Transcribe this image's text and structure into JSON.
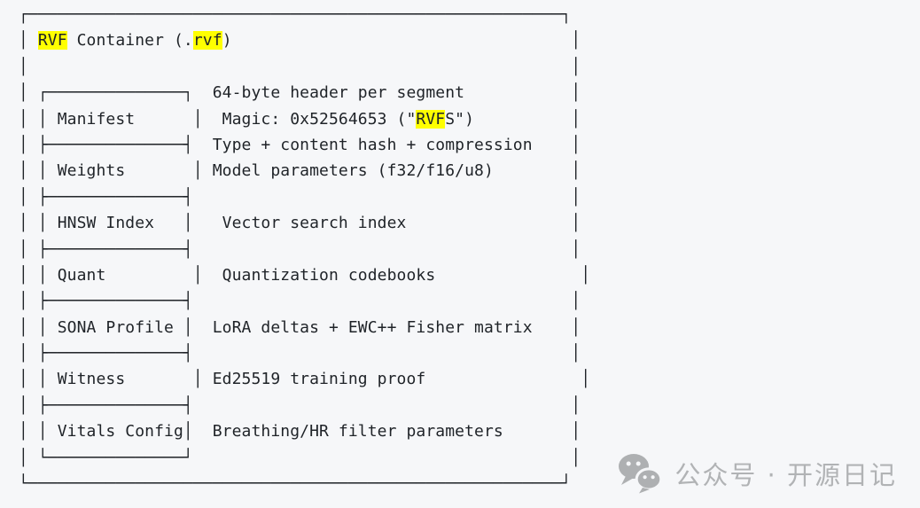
{
  "page": {
    "background": "#f6f7f9",
    "text_color": "#1f2328",
    "highlight_color": "#ffff00",
    "watermark_color": "#b1b3b5"
  },
  "diagram": {
    "title": "RVF Container (.rvf)",
    "highlighted_terms": [
      "RVF",
      "rvf",
      "RVF"
    ],
    "header_notes": [
      "64-byte header per segment",
      "Type + content hash + compression"
    ],
    "segments": [
      {
        "name": "Manifest",
        "desc": "Magic: 0x52564653 (\"RVFS\")"
      },
      {
        "name": "Weights",
        "desc": "Model parameters (f32/f16/u8)"
      },
      {
        "name": "HNSW Index",
        "desc": "Vector search index"
      },
      {
        "name": "Quant",
        "desc": "Quantization codebooks"
      },
      {
        "name": "SONA Profile",
        "desc": "LoRA deltas + EWC++ Fisher matrix"
      },
      {
        "name": "Witness",
        "desc": "Ed25519 training proof"
      },
      {
        "name": "Vitals Config",
        "desc": "Breathing/HR filter parameters"
      }
    ],
    "ascii_lines": [
      [
        "┌───────────────────────────────────────────────────────┐"
      ],
      [
        "│ ",
        {
          "t": "RVF",
          "h": true
        },
        " Container (.",
        {
          "t": "rvf",
          "h": true
        },
        ")                                   │"
      ],
      [
        "│                                                        │"
      ],
      [
        "│ ┌──────────────┐  64-byte header per segment           │"
      ],
      [
        "│ │ Manifest      │  Magic: 0x52564653 (\"",
        {
          "t": "RVF",
          "h": true
        },
        "S\")          │"
      ],
      [
        "│ ├──────────────┤  Type + content hash + compression    │"
      ],
      [
        "│ │ Weights       │ Model parameters (f32/f16/u8)        │"
      ],
      [
        "│ ├──────────────┤                                       │"
      ],
      [
        "│ │ HNSW Index   │   Vector search index                 │"
      ],
      [
        "│ ├──────────────┤                                       │"
      ],
      [
        "│ │ Quant         │  Quantization codebooks               │"
      ],
      [
        "│ ├──────────────┤                                       │"
      ],
      [
        "│ │ SONA Profile │  LoRA deltas + EWC++ Fisher matrix    │"
      ],
      [
        "│ ├──────────────┤                                       │"
      ],
      [
        "│ │ Witness       │ Ed25519 training proof                │"
      ],
      [
        "│ ├──────────────┤                                       │"
      ],
      [
        "│ │ Vitals Config│  Breathing/HR filter parameters       │"
      ],
      [
        "│ └──────────────┘                                       │"
      ],
      [
        "└───────────────────────────────────────────────────────┘"
      ]
    ]
  },
  "watermark": {
    "icon": "wechat-icon",
    "text": "公众号 · 开源日记"
  }
}
